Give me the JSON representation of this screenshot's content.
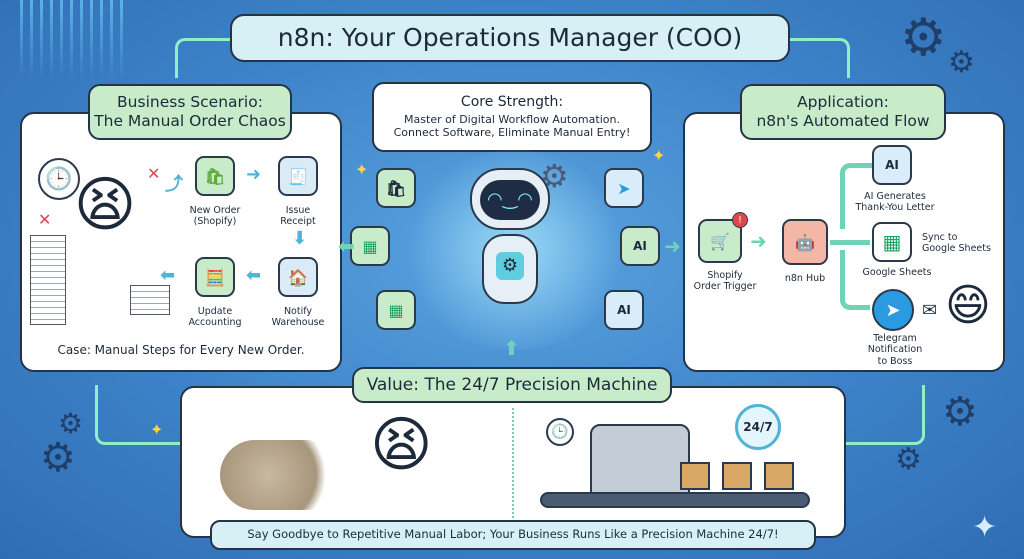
{
  "title": "n8n: Your Operations Manager (COO)",
  "left": {
    "header_line1": "Business Scenario:",
    "header_line2": "The Manual Order Chaos",
    "steps": [
      {
        "label1": "New Order",
        "label2": "(Shopify)"
      },
      {
        "label1": "Issue",
        "label2": "Receipt"
      },
      {
        "label1": "Notify",
        "label2": "Warehouse"
      },
      {
        "label1": "Update",
        "label2": "Accounting"
      }
    ],
    "caption": "Case: Manual Steps for Every New Order."
  },
  "center": {
    "heading": "Core Strength:",
    "line1": "Master of Digital Workflow Automation.",
    "line2": "Connect Software, Eliminate Manual Entry!",
    "ai_badge": "AI"
  },
  "right": {
    "header_line1": "Application:",
    "header_line2": "n8n's Automated Flow",
    "trigger1": "Shopify",
    "trigger2": "Order Trigger",
    "hub": "n8n Hub",
    "ai1": "AI Generates",
    "ai2": "Thank-You Letter",
    "ai_badge": "AI",
    "sheets": "Google Sheets",
    "sync1": "Sync to",
    "sync2": "Google Sheets",
    "tg1": "Telegram",
    "tg2": "Notification",
    "tg3": "to Boss"
  },
  "bottom": {
    "header": "Value: The 24/7 Precision Machine",
    "badge": "24/7",
    "footer": "Say Goodbye to Repetitive Manual Labor; Your Business Runs Like a Precision Machine 24/7!"
  }
}
